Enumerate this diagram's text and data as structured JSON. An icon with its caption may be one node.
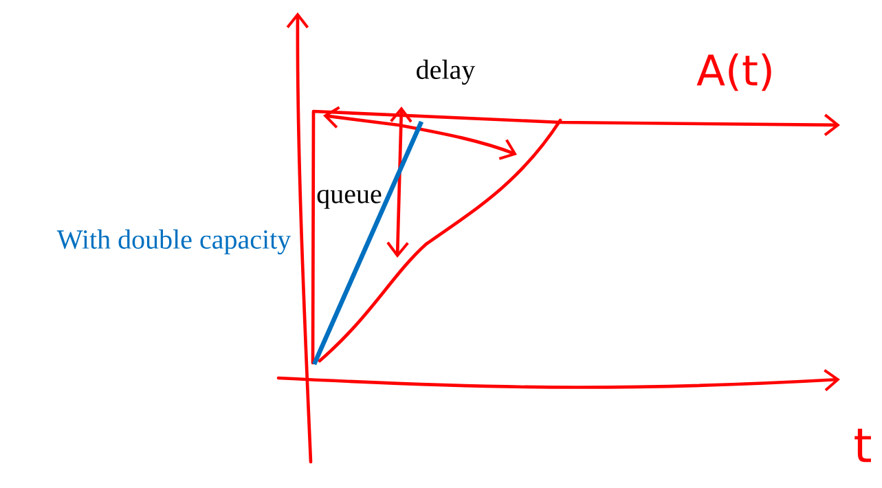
{
  "diagram": {
    "labels": [
      "delay",
      "A(t)",
      "queue",
      "With double capacity",
      "t"
    ]
  }
}
